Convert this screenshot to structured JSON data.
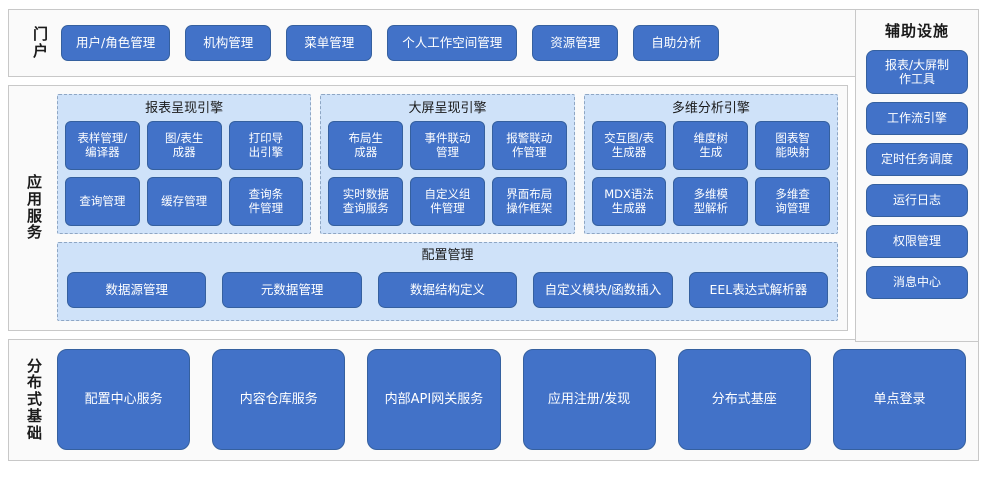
{
  "layers": {
    "portal": {
      "label": "门户",
      "items": [
        {
          "label": "用户/角色管理"
        },
        {
          "label": "机构管理"
        },
        {
          "label": "菜单管理"
        },
        {
          "label": "个人工作空间管理"
        },
        {
          "label": "资源管理"
        },
        {
          "label": "自助分析"
        }
      ]
    },
    "app_service": {
      "label": "应用服务",
      "engines": [
        {
          "title": "报表呈现引擎",
          "items": [
            {
              "label": "表样管理/\n编译器"
            },
            {
              "label": "图/表生\n成器"
            },
            {
              "label": "打印导\n出引擎"
            },
            {
              "label": "查询管理"
            },
            {
              "label": "缓存管理"
            },
            {
              "label": "查询条\n件管理"
            }
          ]
        },
        {
          "title": "大屏呈现引擎",
          "items": [
            {
              "label": "布局生\n成器"
            },
            {
              "label": "事件联动\n管理"
            },
            {
              "label": "报警联动\n作管理"
            },
            {
              "label": "实时数据\n查询服务"
            },
            {
              "label": "自定义组\n件管理"
            },
            {
              "label": "界面布局\n操作框架"
            }
          ]
        },
        {
          "title": "多维分析引擎",
          "items": [
            {
              "label": "交互图/表\n生成器"
            },
            {
              "label": "维度树\n生成"
            },
            {
              "label": "图表智\n能映射"
            },
            {
              "label": "MDX语法\n生成器"
            },
            {
              "label": "多维模\n型解析"
            },
            {
              "label": "多维查\n询管理"
            }
          ]
        }
      ],
      "config": {
        "title": "配置管理",
        "items": [
          {
            "label": "数据源管理"
          },
          {
            "label": "元数据管理"
          },
          {
            "label": "数据结构定义"
          },
          {
            "label": "自定义模块/函数插入"
          },
          {
            "label": "EEL表达式解析器"
          }
        ]
      }
    },
    "aux": {
      "label": "辅助设施",
      "items": [
        {
          "label": "报表/大屏制\n作工具",
          "tall": true
        },
        {
          "label": "工作流引擎",
          "tall": false
        },
        {
          "label": "定时任务调度",
          "tall": false
        },
        {
          "label": "运行日志",
          "tall": false
        },
        {
          "label": "权限管理",
          "tall": false
        },
        {
          "label": "消息中心",
          "tall": false
        }
      ]
    },
    "infrastructure": {
      "label": "分布式基础",
      "items": [
        {
          "label": "配置中心服务"
        },
        {
          "label": "内容仓库服务"
        },
        {
          "label": "内部API网关服务"
        },
        {
          "label": "应用注册/发现"
        },
        {
          "label": "分布式基座"
        },
        {
          "label": "单点登录"
        }
      ]
    }
  },
  "colors": {
    "button_fill": "#4272c8",
    "button_border": "#35609f",
    "group_fill": "#cfe2f9",
    "group_border": "#8ea6c4",
    "panel_fill": "#fafafa",
    "panel_border": "#c8c8c8",
    "text_light": "#ffffff",
    "text_dark": "#1a1a1a"
  }
}
